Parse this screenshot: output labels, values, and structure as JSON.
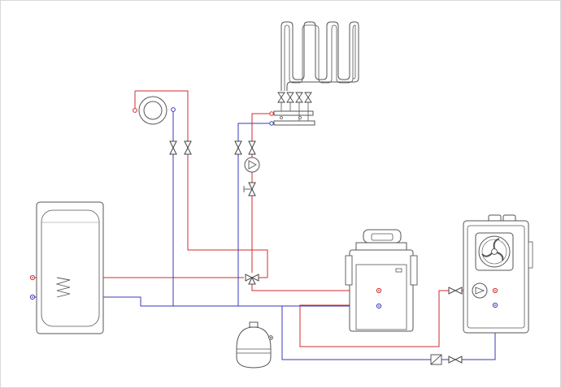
{
  "diagram": {
    "type": "heating-system-schematic",
    "colors": {
      "background": "#ffffff",
      "border": "#d8d8d8",
      "outline": "#555555",
      "supply_hot": "#d22b2b",
      "return_cold": "#3a3ab8"
    },
    "components": [
      {
        "id": "storage-tank",
        "icon": "water-heater-tank-with-coil"
      },
      {
        "id": "room-thermostat",
        "icon": "thermostat-ring"
      },
      {
        "id": "underfloor-loop",
        "icon": "serpentine-heating-coil"
      },
      {
        "id": "manifold",
        "icon": "distribution-manifold"
      },
      {
        "id": "circulation-pump",
        "icon": "pump-circle"
      },
      {
        "id": "three-way-valve",
        "icon": "mixing-valve"
      },
      {
        "id": "expansion-vessel",
        "icon": "pressure-vessel"
      },
      {
        "id": "boiler",
        "icon": "gas-boiler"
      },
      {
        "id": "heat-pump",
        "icon": "heat-pump-fan-unit"
      },
      {
        "id": "filter",
        "icon": "inline-filter"
      }
    ],
    "lines": [
      {
        "id": "supply",
        "kind": "hot"
      },
      {
        "id": "return",
        "kind": "cold"
      }
    ]
  }
}
